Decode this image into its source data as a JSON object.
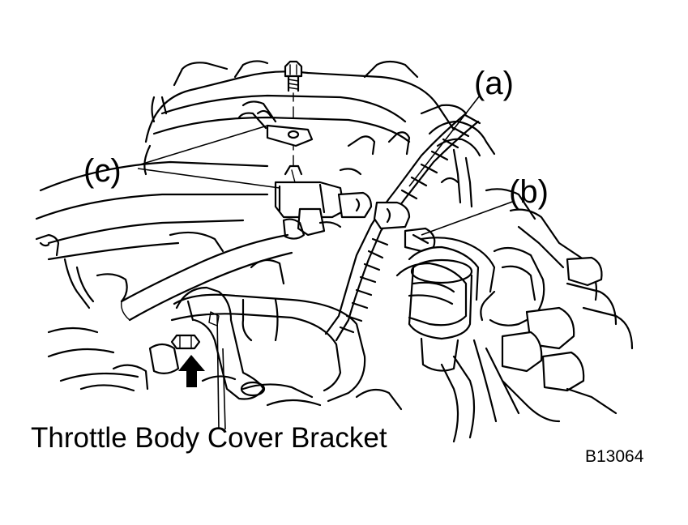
{
  "labels": {
    "callout_a": "(a)",
    "callout_b": "(b)",
    "callout_c": "(c)",
    "caption": "Throttle Body Cover Bracket",
    "figure_id": "B13064"
  },
  "icons": {
    "arrow": "up-arrow-icon",
    "bolt": "bolt-icon"
  },
  "colors": {
    "ink": "#000000",
    "paper": "#ffffff"
  }
}
